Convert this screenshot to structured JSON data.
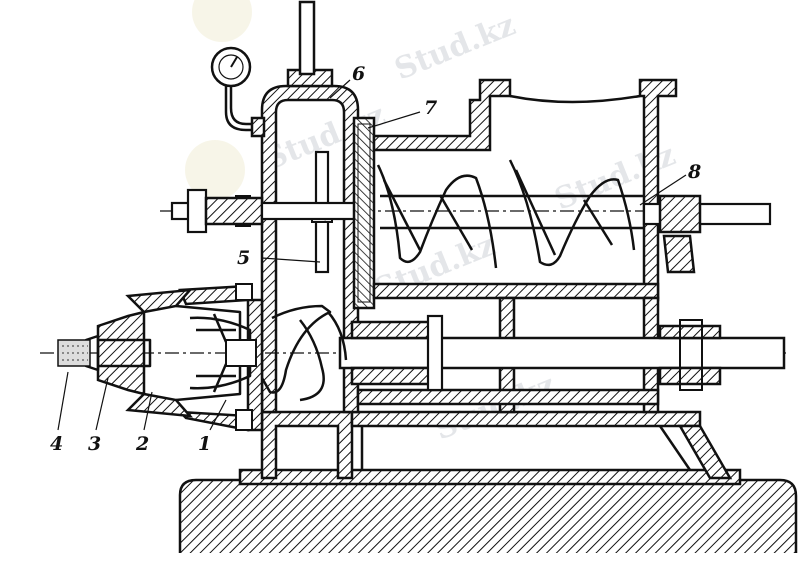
{
  "watermark": "Stud.kz",
  "labels": {
    "l1": "1",
    "l2": "2",
    "l3": "3",
    "l4": "4",
    "l5": "5",
    "l6": "6",
    "l7": "7",
    "l8": "8"
  }
}
